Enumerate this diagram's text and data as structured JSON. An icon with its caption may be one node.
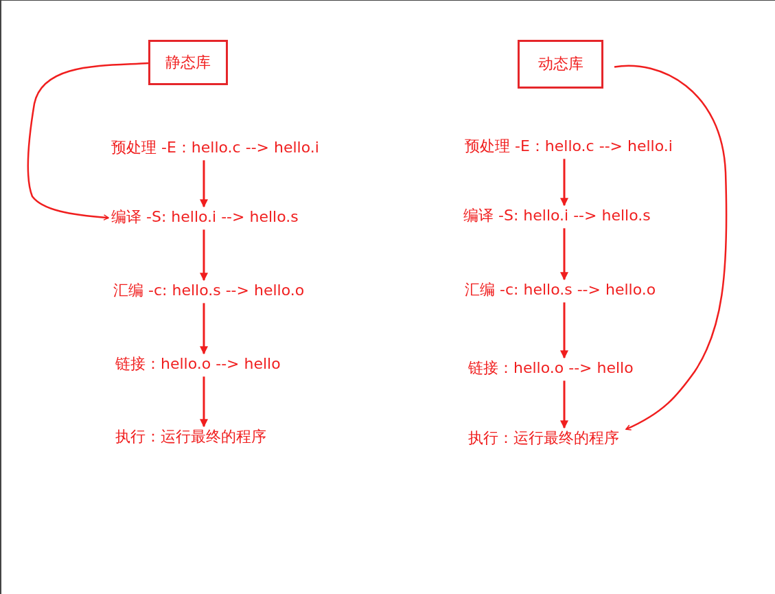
{
  "diagram": {
    "nodes": [
      {
        "text": [
          "静态库"
        ]
      },
      {
        "text": [
          "动态库"
        ]
      },
      {
        "text": [
          "预处理 -E：hello.c --> hello.i"
        ]
      },
      {
        "text": [
          "编译 -S: hello.i --> hello.s"
        ]
      },
      {
        "text": [
          "汇编 -c: hello.s --> hello.o"
        ]
      },
      {
        "text": [
          "链接：hello.o --> hello"
        ]
      },
      {
        "text": [
          "执行：运行最终的程序"
        ]
      },
      {
        "text": [
          "预处理 -E：hello.c --> hello.i"
        ]
      },
      {
        "text": [
          "编译 -S: hello.i --> hello.s"
        ]
      },
      {
        "text": [
          "汇编 -c: hello.s --> hello.o"
        ]
      },
      {
        "text": [
          "链接：hello.o --> hello"
        ]
      },
      {
        "text": [
          "执行：运行最终的程序"
        ]
      }
    ],
    "edges": [
      {
        "from": 0,
        "to": 3,
        "arrow": "to"
      },
      {
        "from": 2,
        "to": 3,
        "arrow": "to"
      },
      {
        "from": 3,
        "to": 4,
        "arrow": "to"
      },
      {
        "from": 4,
        "to": 5,
        "arrow": "to"
      },
      {
        "from": 5,
        "to": 6,
        "arrow": "to"
      },
      {
        "from": 1,
        "to": 11,
        "arrow": "to"
      },
      {
        "from": 7,
        "to": 8,
        "arrow": "to"
      },
      {
        "from": 8,
        "to": 9,
        "arrow": "to"
      },
      {
        "from": 9,
        "to": 10,
        "arrow": "to"
      },
      {
        "from": 10,
        "to": 11,
        "arrow": "to"
      }
    ]
  }
}
